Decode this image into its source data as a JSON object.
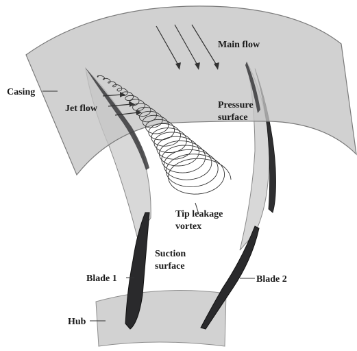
{
  "labels": {
    "main_flow": "Main flow",
    "casing": "Casing",
    "jet_flow": "Jet flow",
    "pressure_surface_1": "Pressure",
    "pressure_surface_2": "surface",
    "tip_leakage_1": "Tip leakage",
    "tip_leakage_2": "vortex",
    "suction_surface_1": "Suction",
    "suction_surface_2": "surface",
    "blade_1": "Blade 1",
    "blade_2": "Blade 2",
    "hub": "Hub"
  },
  "colors": {
    "casing_fill": "#c9c9c9",
    "blade_light": "#d6d6d6",
    "blade_dark": "#2b2b2d",
    "vortex_line": "#333333"
  }
}
